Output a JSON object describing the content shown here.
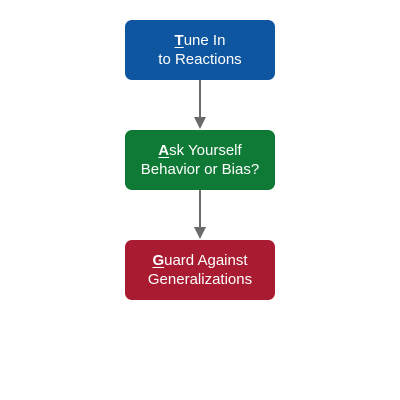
{
  "diagram": {
    "nodes": [
      {
        "id": "tune-in",
        "initial": "T",
        "line1_rest": "une In",
        "line2": "to Reactions",
        "color": "#0e56a0"
      },
      {
        "id": "ask-yourself",
        "initial": "A",
        "line1_rest": "sk Yourself",
        "line2": "Behavior or Bias?",
        "color": "#0f7a35"
      },
      {
        "id": "guard-against",
        "initial": "G",
        "line1_rest": "uard Against",
        "line2": "Generalizations",
        "color": "#a81b30"
      }
    ],
    "connector_color": "#6b6b6b"
  }
}
